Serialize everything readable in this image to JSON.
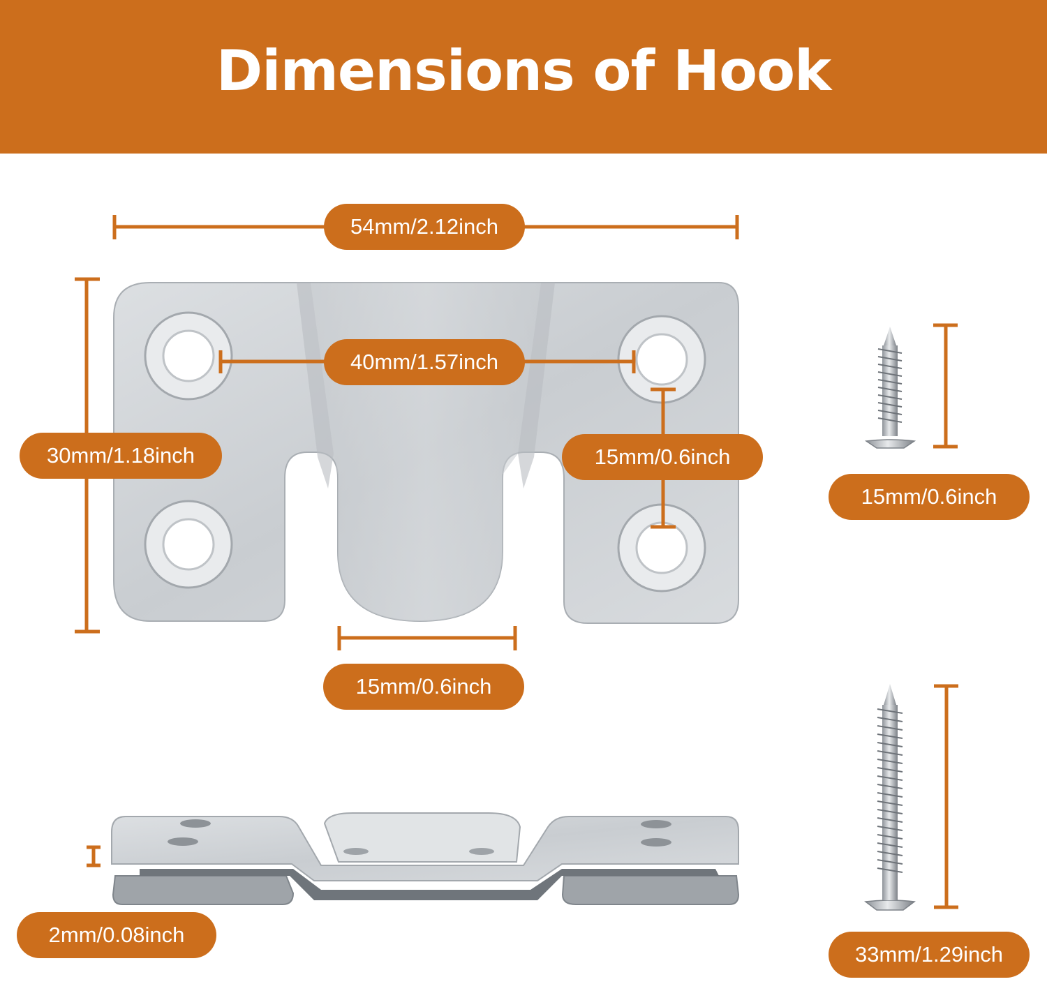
{
  "title": "Dimensions of Hook",
  "colors": {
    "accent": "#cc6e1c",
    "metal": "#d3d6d9",
    "metal_dark": "#9aa0a6",
    "background": "#ffffff"
  },
  "labels": {
    "width": "54mm/2.12inch",
    "hole_spacing": "40mm/1.57inch",
    "height": "30mm/1.18inch",
    "hole_vertical": "15mm/0.6inch",
    "slot_width": "15mm/0.6inch",
    "short_screw": "15mm/0.6inch",
    "long_screw": "33mm/1.29inch",
    "thickness": "2mm/0.08inch"
  }
}
